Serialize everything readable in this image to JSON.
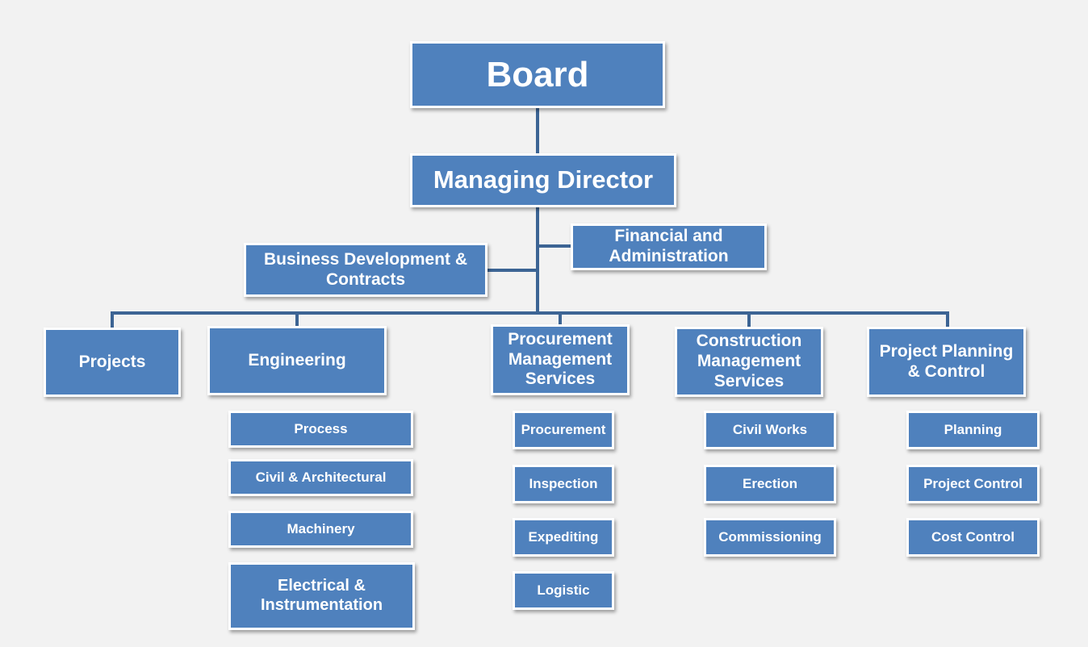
{
  "colors": {
    "box_fill": "#4f81bd",
    "box_border": "#ffffff",
    "connector": "#3c6494",
    "background": "#f2f2f2"
  },
  "top": {
    "board": "Board",
    "managing_director": "Managing Director"
  },
  "staff": {
    "financial": [
      "Financial  and",
      "Administration"
    ],
    "business_development": [
      "Business Development &",
      "Contracts"
    ]
  },
  "departments": {
    "projects": "Projects",
    "engineering": "Engineering",
    "procurement_services": [
      "Procurement",
      "Management",
      "Services"
    ],
    "construction_services": [
      "Construction",
      "Management",
      "Services"
    ],
    "planning_control": [
      "Project Planning",
      "& Control"
    ]
  },
  "engineering_units": {
    "process": "Process",
    "civil_architectural": "Civil & Architectural",
    "machinery": "Machinery",
    "electrical_instrumentation": [
      "Electrical &",
      "Instrumentation"
    ]
  },
  "procurement_units": {
    "procurement": "Procurement",
    "inspection": "Inspection",
    "expediting": "Expediting",
    "logistic": "Logistic"
  },
  "construction_units": {
    "civil_works": "Civil  Works",
    "erection": "Erection",
    "commissioning": "Commissioning"
  },
  "planning_units": {
    "planning": "Planning",
    "project_control": "Project Control",
    "cost_control": "Cost Control"
  }
}
